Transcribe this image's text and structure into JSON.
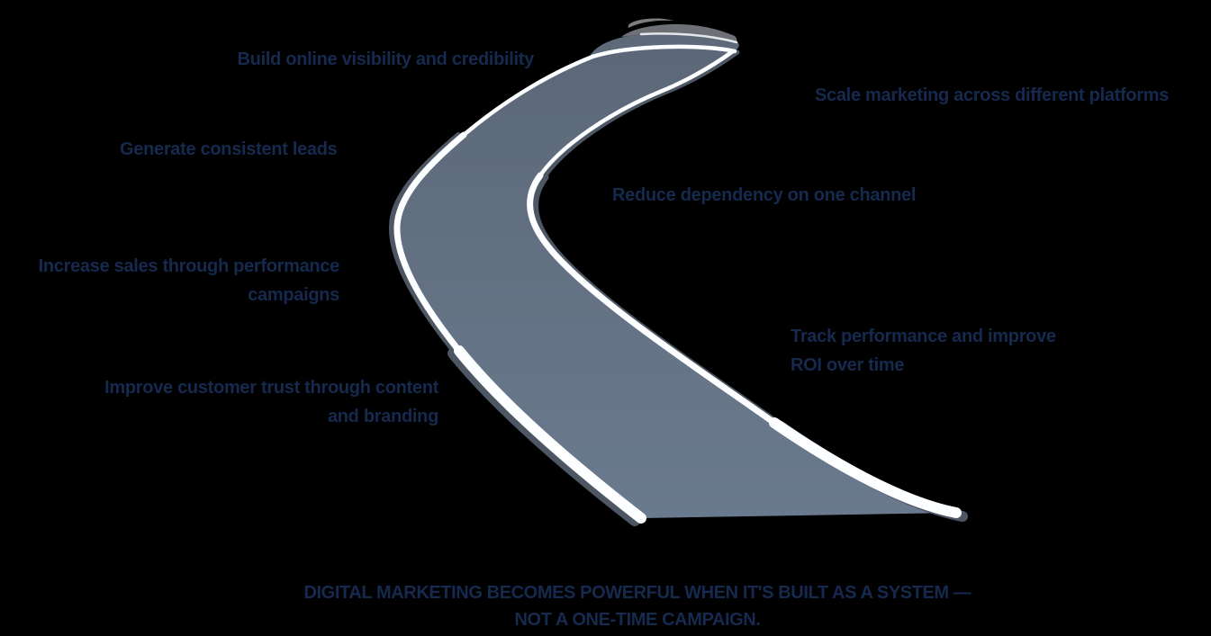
{
  "colors": {
    "background": "#000000",
    "text": "#16294e",
    "road_top": "#5c6878",
    "road_bottom": "#6a7a8e",
    "fold_mid": "#5e6a7a",
    "fold_far": "#6d7176",
    "fold_tip": "#7b7d80",
    "edge_line": "#fdfeff",
    "edge_shadow": "#4d5663"
  },
  "labels": {
    "build_online": {
      "text": "Build online visibility and credibility"
    },
    "scale_marketing": {
      "text": "Scale marketing across different platforms"
    },
    "generate_leads": {
      "text": "Generate consistent leads"
    },
    "reduce_dependency": {
      "text": "Reduce dependency on one channel"
    },
    "increase_sales": {
      "line1": "Increase sales through performance",
      "line2": "campaigns"
    },
    "track_performance": {
      "line1": "Track performance and improve",
      "line2": "ROI over time"
    },
    "improve_trust": {
      "line1": "Improve customer trust through content",
      "line2": "and branding"
    }
  },
  "headline": {
    "line1": "DIGITAL MARKETING BECOMES POWERFUL WHEN IT'S BUILT AS A SYSTEM —",
    "line2": "NOT A ONE-TIME CAMPAIGN."
  }
}
